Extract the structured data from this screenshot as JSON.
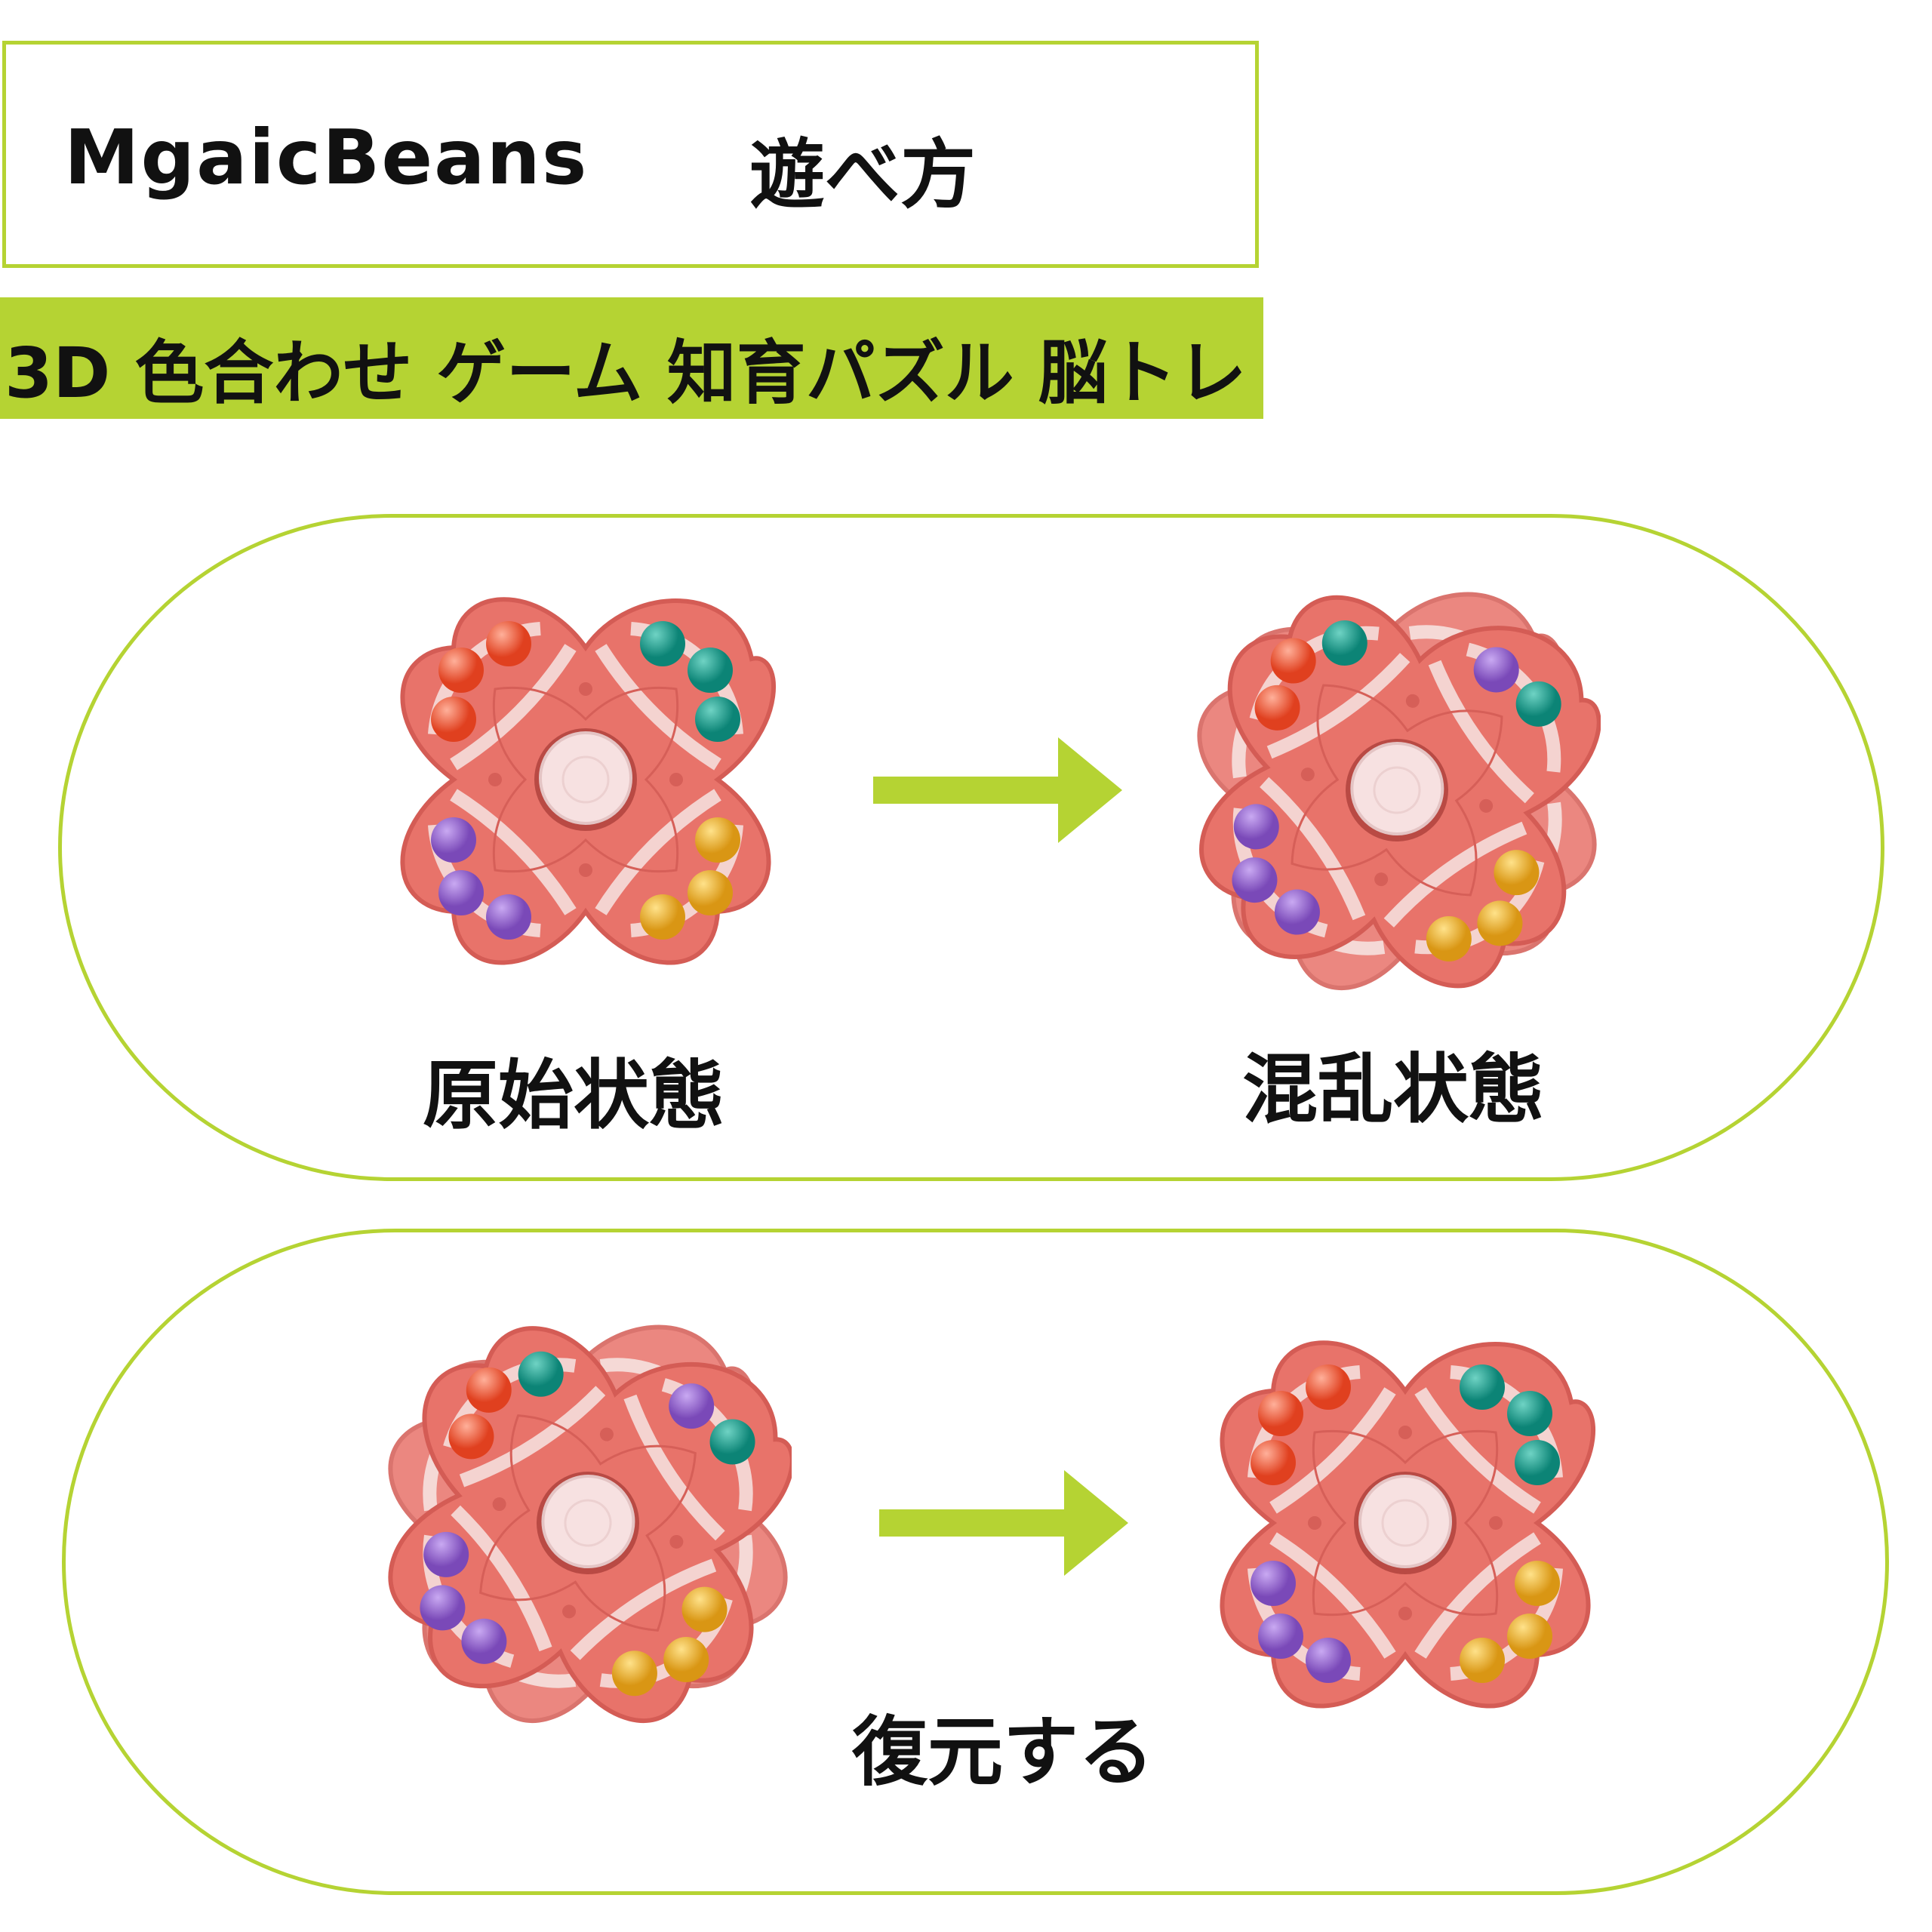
{
  "header": {
    "brand": "MgaicBeans",
    "title": "遊べ方"
  },
  "subtitle": "3D 色合わせ ゲーム 知育パズル 脳トレ",
  "labels": {
    "original": "原始状態",
    "scrambled": "混乱状態",
    "restore": "復元する"
  },
  "colors": {
    "accent": "#b5d333",
    "toy": "#e8736a",
    "track": "#f4d3d0",
    "red": "#e8442c",
    "teal": "#13958a",
    "purple": "#8a5ac8",
    "yellow": "#eaaa24"
  }
}
